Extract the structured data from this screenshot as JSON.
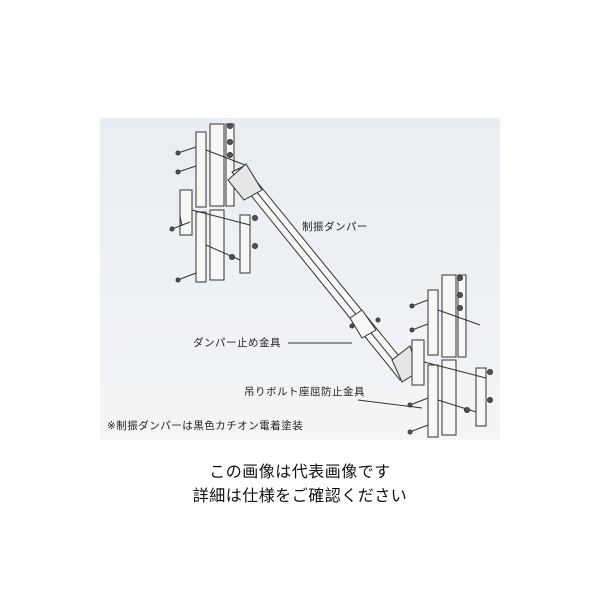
{
  "diagram": {
    "labels": {
      "damper": "制振ダンパー",
      "damper_stop_fitting": "ダンパー止め金具",
      "hanging_bolt_fitting": "吊りボルト座屈防止金具",
      "note": "※制振ダンパーは黒色カチオン電着塗装"
    }
  },
  "caption": {
    "line1": "この画像は代表画像です",
    "line2": "詳細は仕様をご確認ください"
  }
}
